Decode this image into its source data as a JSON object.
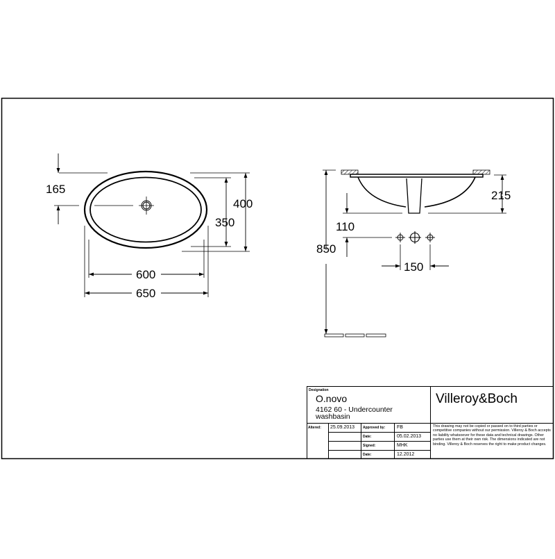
{
  "drawing": {
    "top_view": {
      "dimensions": {
        "drain_offset": "165",
        "overall_depth": "400",
        "inner_depth": "350",
        "inner_width": "600",
        "overall_width": "650"
      }
    },
    "side_view": {
      "dimensions": {
        "bowl_height": "215",
        "drain_height": "110",
        "mounting_height": "850",
        "tap_spacing": "150"
      }
    }
  },
  "title_block": {
    "designation_label": "Designation",
    "product_name": "O.novo",
    "product_code_line1": "4162 60 - Undercounter",
    "product_code_line2": "washbasin",
    "brand": "Villeroy&Boch",
    "altered_label": "Altered:",
    "altered_date": "25.09.2013",
    "approved_by_label": "Approved by:",
    "approved_by": "FB",
    "date_label_1": "Date:",
    "date_1": "05.02.2013",
    "signed_label": "Signed:",
    "signed": "MHK",
    "date_label_2": "Date:",
    "date_2": "12.2012",
    "disclaimer": "This drawing may not be copied or passed on to third parties or competitive companies without our permission. Villeroy & Boch accepts no liability whatsoever for these data and technical drawings. Other parties use them at their own risk. The dimensions indicated are not binding. Villeroy & Boch reserves the right to make product changes."
  }
}
